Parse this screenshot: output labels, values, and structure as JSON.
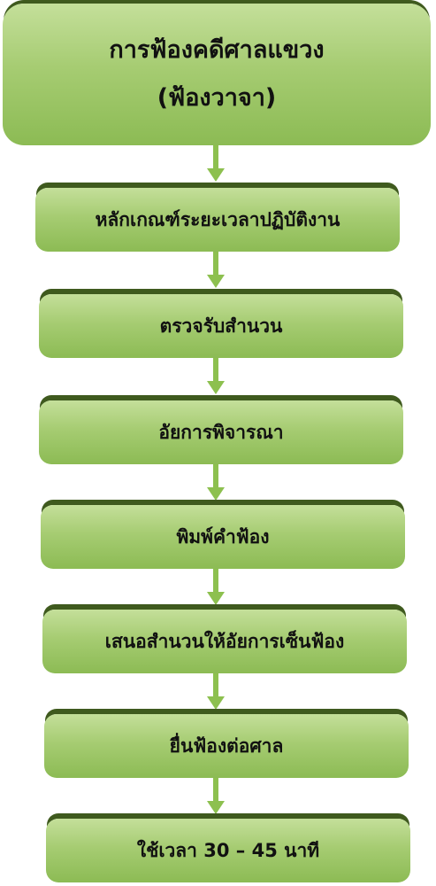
{
  "title": {
    "line1": "การฟ้องคดีศาลแขวง",
    "line2": "(ฟ้องวาจา)"
  },
  "steps": [
    {
      "label": "หลักเกณฑ์ระยะเวลาปฏิบัติงาน"
    },
    {
      "label": "ตรวจรับสำนวน"
    },
    {
      "label": "อัยการพิจารณา"
    },
    {
      "label": "พิมพ์คำฟ้อง"
    },
    {
      "label": "เสนอสำนวนให้อัยการเซ็นฟ้อง"
    },
    {
      "label": "ยื่นฟ้องต่อศาล"
    },
    {
      "label": "ใช้เวลา 30 – 45 นาที"
    }
  ],
  "colors": {
    "box_light": "#c4df9a",
    "box_dark": "#8cbb54",
    "top_edge": "#3f5a1e",
    "arrow": "#8dc04f"
  }
}
